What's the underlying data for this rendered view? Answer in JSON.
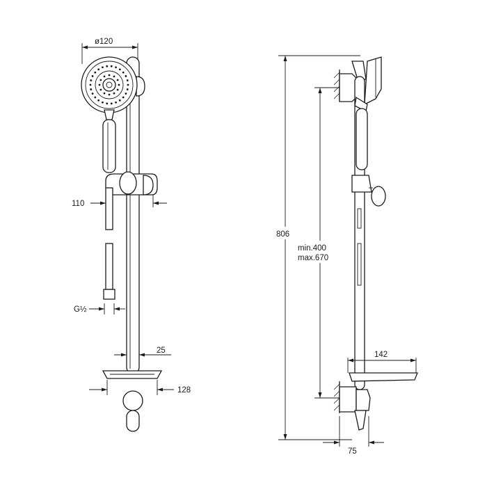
{
  "front_view": {
    "dimensions": {
      "head_diameter": "ø120",
      "holder_offset": "110",
      "hose_connection": "G½",
      "rail_diameter": "25",
      "tray_width": "128"
    }
  },
  "side_view": {
    "dimensions": {
      "overall_height": "806",
      "bracket_distance_min": "min.400",
      "bracket_distance_max": "max.670",
      "tray_depth": "142",
      "wall_projection": "75"
    }
  }
}
